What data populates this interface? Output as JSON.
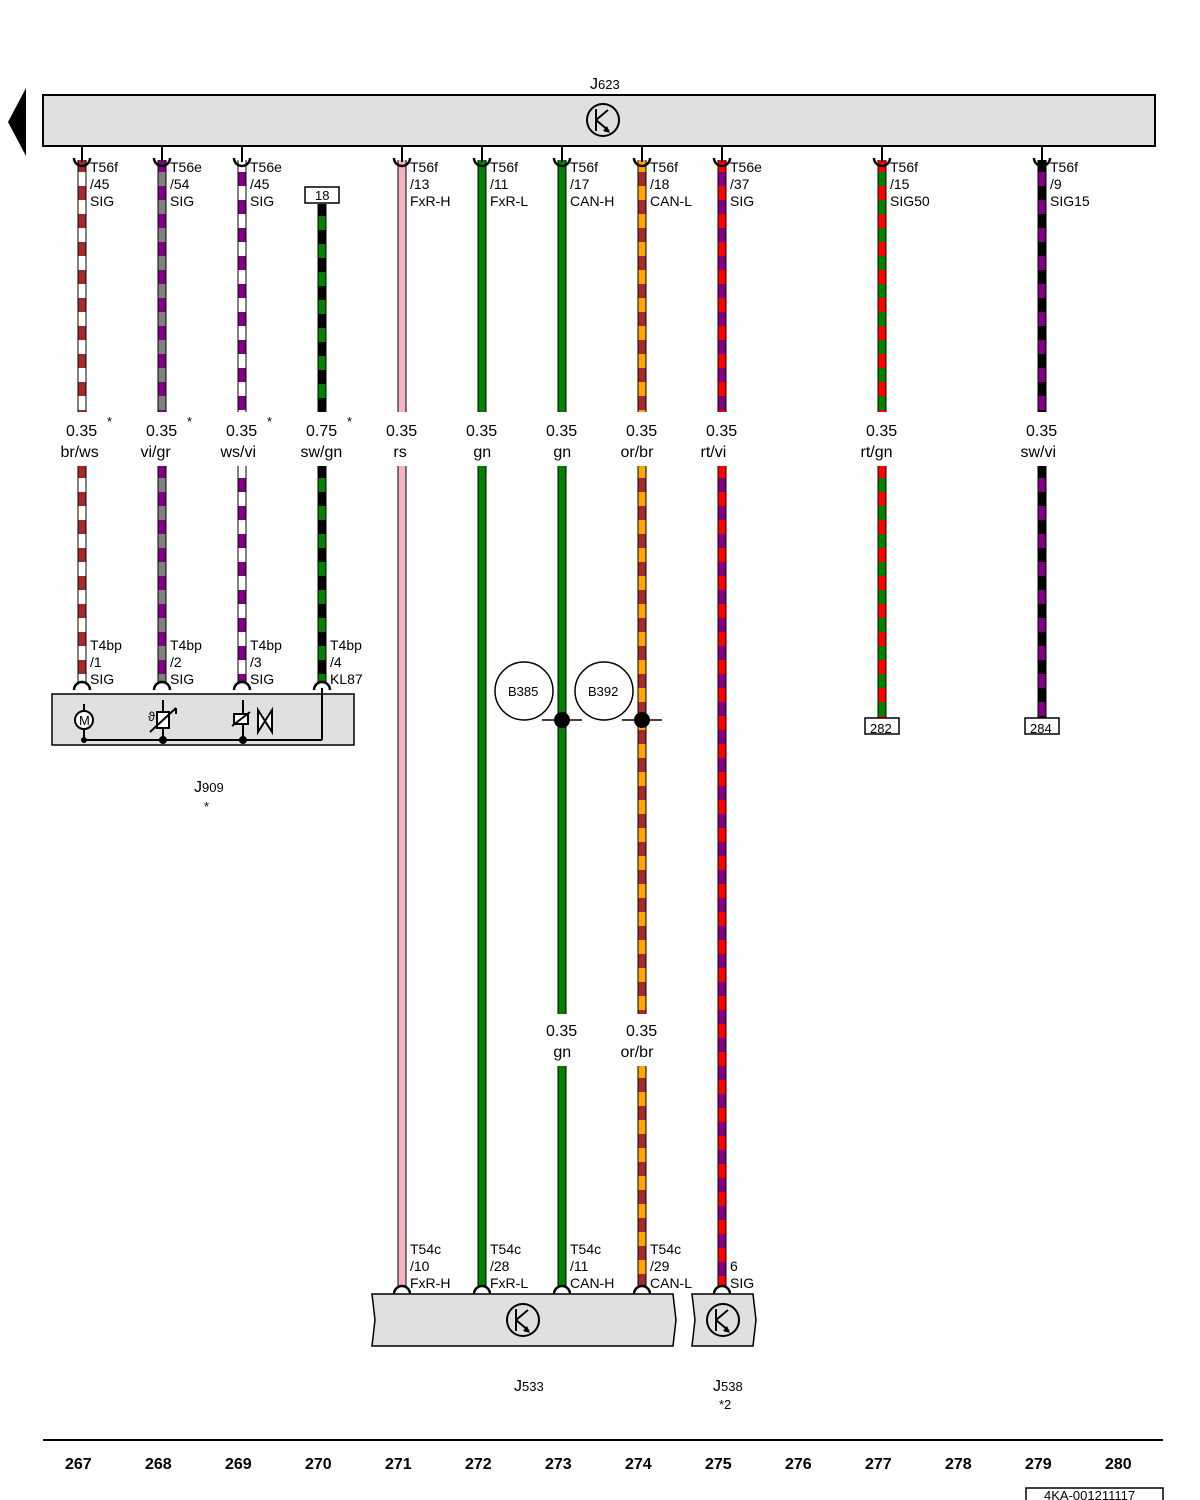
{
  "components": {
    "j623": {
      "name": "J",
      "sub": "623",
      "note": ""
    },
    "j909": {
      "name": "J",
      "sub": "909",
      "note": "*"
    },
    "j533": {
      "name": "J",
      "sub": "533",
      "note": ""
    },
    "j538": {
      "name": "J",
      "sub": "538",
      "note": "*2"
    },
    "b385": "B385",
    "b392": "B392"
  },
  "wires": [
    {
      "id": "w267",
      "top": [
        "T56f",
        "/45",
        "SIG"
      ],
      "size": "0.35",
      "color_code": "br/ws",
      "star": "*",
      "bottom": [
        "T4bp",
        "/1",
        "SIG"
      ],
      "colors": [
        "#a52a2a",
        "#ffffff"
      ]
    },
    {
      "id": "w268",
      "top": [
        "T56e",
        "/54",
        "SIG"
      ],
      "size": "0.35",
      "color_code": "vi/gr",
      "star": "*",
      "bottom": [
        "T4bp",
        "/2",
        "SIG"
      ],
      "colors": [
        "#800080",
        "#808080"
      ]
    },
    {
      "id": "w269",
      "top": [
        "T56e",
        "/45",
        "SIG"
      ],
      "size": "0.35",
      "color_code": "ws/vi",
      "star": "*",
      "bottom": [
        "T4bp",
        "/3",
        "SIG"
      ],
      "colors": [
        "#ffffff",
        "#800080"
      ]
    },
    {
      "id": "w270",
      "top_ref": "18",
      "size": "0.75",
      "color_code": "sw/gn",
      "star": "*",
      "bottom": [
        "T4bp",
        "/4",
        "KL87"
      ],
      "colors": [
        "#000000",
        "#008000"
      ]
    },
    {
      "id": "w271",
      "top": [
        "T56f",
        "/13",
        "FxR-H"
      ],
      "size": "0.35",
      "color_code": "rs",
      "bottom": [
        "T54c",
        "/10",
        "FxR-H"
      ],
      "colors": [
        "#f4b6c2"
      ]
    },
    {
      "id": "w272",
      "top": [
        "T56f",
        "/11",
        "FxR-L"
      ],
      "size": "0.35",
      "color_code": "gn",
      "bottom": [
        "T54c",
        "/28",
        "FxR-L"
      ],
      "colors": [
        "#008000"
      ]
    },
    {
      "id": "w273",
      "top": [
        "T56f",
        "/17",
        "CAN-H"
      ],
      "size": "0.35",
      "color_code": "gn",
      "size2": "0.35",
      "color_code2": "gn",
      "bottom": [
        "T54c",
        "/11",
        "CAN-H"
      ],
      "colors": [
        "#008000"
      ]
    },
    {
      "id": "w274",
      "top": [
        "T56f",
        "/18",
        "CAN-L"
      ],
      "size": "0.35",
      "color_code": "or/br",
      "size2": "0.35",
      "color_code2": "or/br",
      "bottom": [
        "T54c",
        "/29",
        "CAN-L"
      ],
      "colors": [
        "#ffa500",
        "#a52a2a"
      ]
    },
    {
      "id": "w275",
      "top": [
        "T56e",
        "/37",
        "SIG"
      ],
      "size": "0.35",
      "color_code": "rt/vi",
      "bottom": [
        "6",
        "SIG"
      ],
      "colors": [
        "#ff0000",
        "#800080"
      ]
    },
    {
      "id": "w277",
      "top": [
        "T56f",
        "/15",
        "SIG50"
      ],
      "size": "0.35",
      "color_code": "rt/gn",
      "bottom_ref": "282",
      "colors": [
        "#ff0000",
        "#008000"
      ]
    },
    {
      "id": "w279",
      "top": [
        "T56f",
        "/9",
        "SIG15"
      ],
      "size": "0.35",
      "color_code": "sw/vi",
      "bottom_ref": "284",
      "colors": [
        "#000000",
        "#800080"
      ]
    }
  ],
  "columns": [
    "267",
    "268",
    "269",
    "270",
    "271",
    "272",
    "273",
    "274",
    "275",
    "276",
    "277",
    "278",
    "279",
    "280"
  ],
  "doc_id": "4KA-001211117",
  "colors": {
    "panel": "#e0e0e0",
    "outline": "#000000"
  }
}
